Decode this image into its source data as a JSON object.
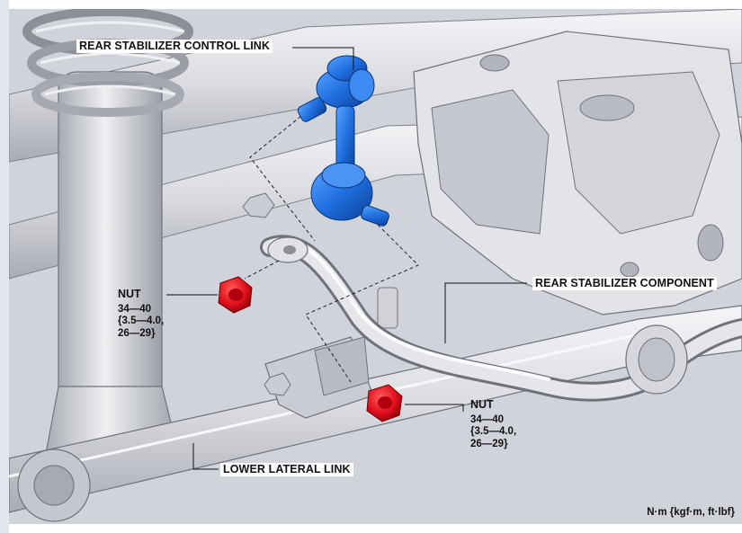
{
  "labels": {
    "control_link": "REAR STABILIZER CONTROL LINK",
    "stabilizer": "REAR STABILIZER COMPONENT",
    "lower_link": "LOWER LATERAL LINK"
  },
  "nut_left": {
    "title": "NUT",
    "line1": "34—40",
    "line2": "{3.5—4.0,",
    "line3": "26—29}"
  },
  "nut_right": {
    "title": "NUT",
    "line1": "34—40",
    "line2": "{3.5—4.0,",
    "line3": "26—29}"
  },
  "units": "N·m {kgf·m, ft·lbf}",
  "colors": {
    "control_link": "#1f6fe0",
    "nut": "#e0101c",
    "metal_light": "#e6e7ea",
    "metal_dark": "#8c8f96",
    "background_panel": "#d6d8de"
  }
}
